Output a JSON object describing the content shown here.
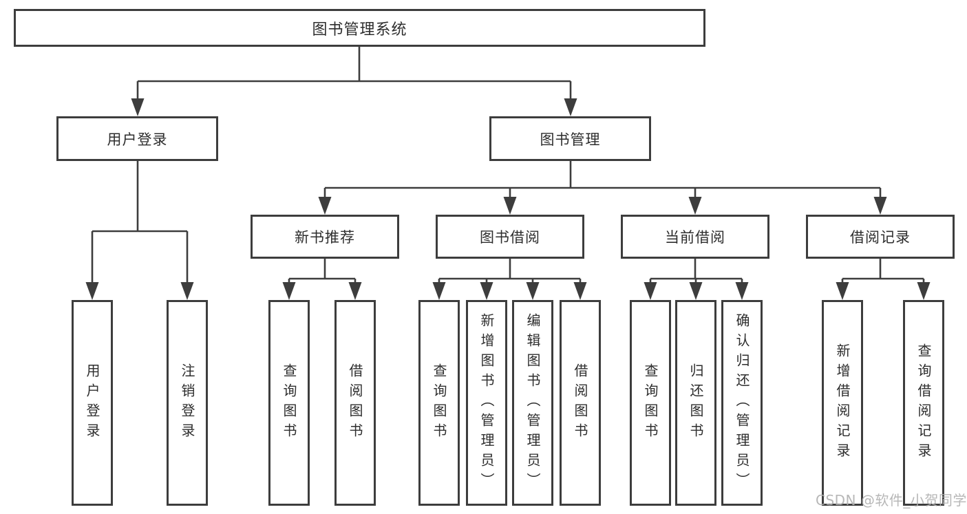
{
  "tree": {
    "label": "图书管理系统",
    "children": [
      {
        "label": "用户登录",
        "children": [
          {
            "label": "用户登录"
          },
          {
            "label": "注销登录"
          }
        ]
      },
      {
        "label": "图书管理",
        "children": [
          {
            "label": "新书推荐",
            "children": [
              {
                "label": "查询图书"
              },
              {
                "label": "借阅图书"
              }
            ]
          },
          {
            "label": "图书借阅",
            "children": [
              {
                "label": "查询图书"
              },
              {
                "label": "新增图书（管理员）"
              },
              {
                "label": "编辑图书（管理员）"
              },
              {
                "label": "借阅图书"
              }
            ]
          },
          {
            "label": "当前借阅",
            "children": [
              {
                "label": "查询图书"
              },
              {
                "label": "归还图书"
              },
              {
                "label": "确认归还（管理员）"
              }
            ]
          },
          {
            "label": "借阅记录",
            "children": [
              {
                "label": "新增借阅记录"
              },
              {
                "label": "查询借阅记录"
              }
            ]
          }
        ]
      }
    ]
  },
  "watermark": "CSDN @软件_小贺同学",
  "colors": {
    "line": "#3d3d3d",
    "box_border": "#3d3d3d",
    "box_fill": "#ffffff",
    "text": "#2d2d2d",
    "watermark": "#b0b0b0",
    "background": "#ffffff"
  }
}
